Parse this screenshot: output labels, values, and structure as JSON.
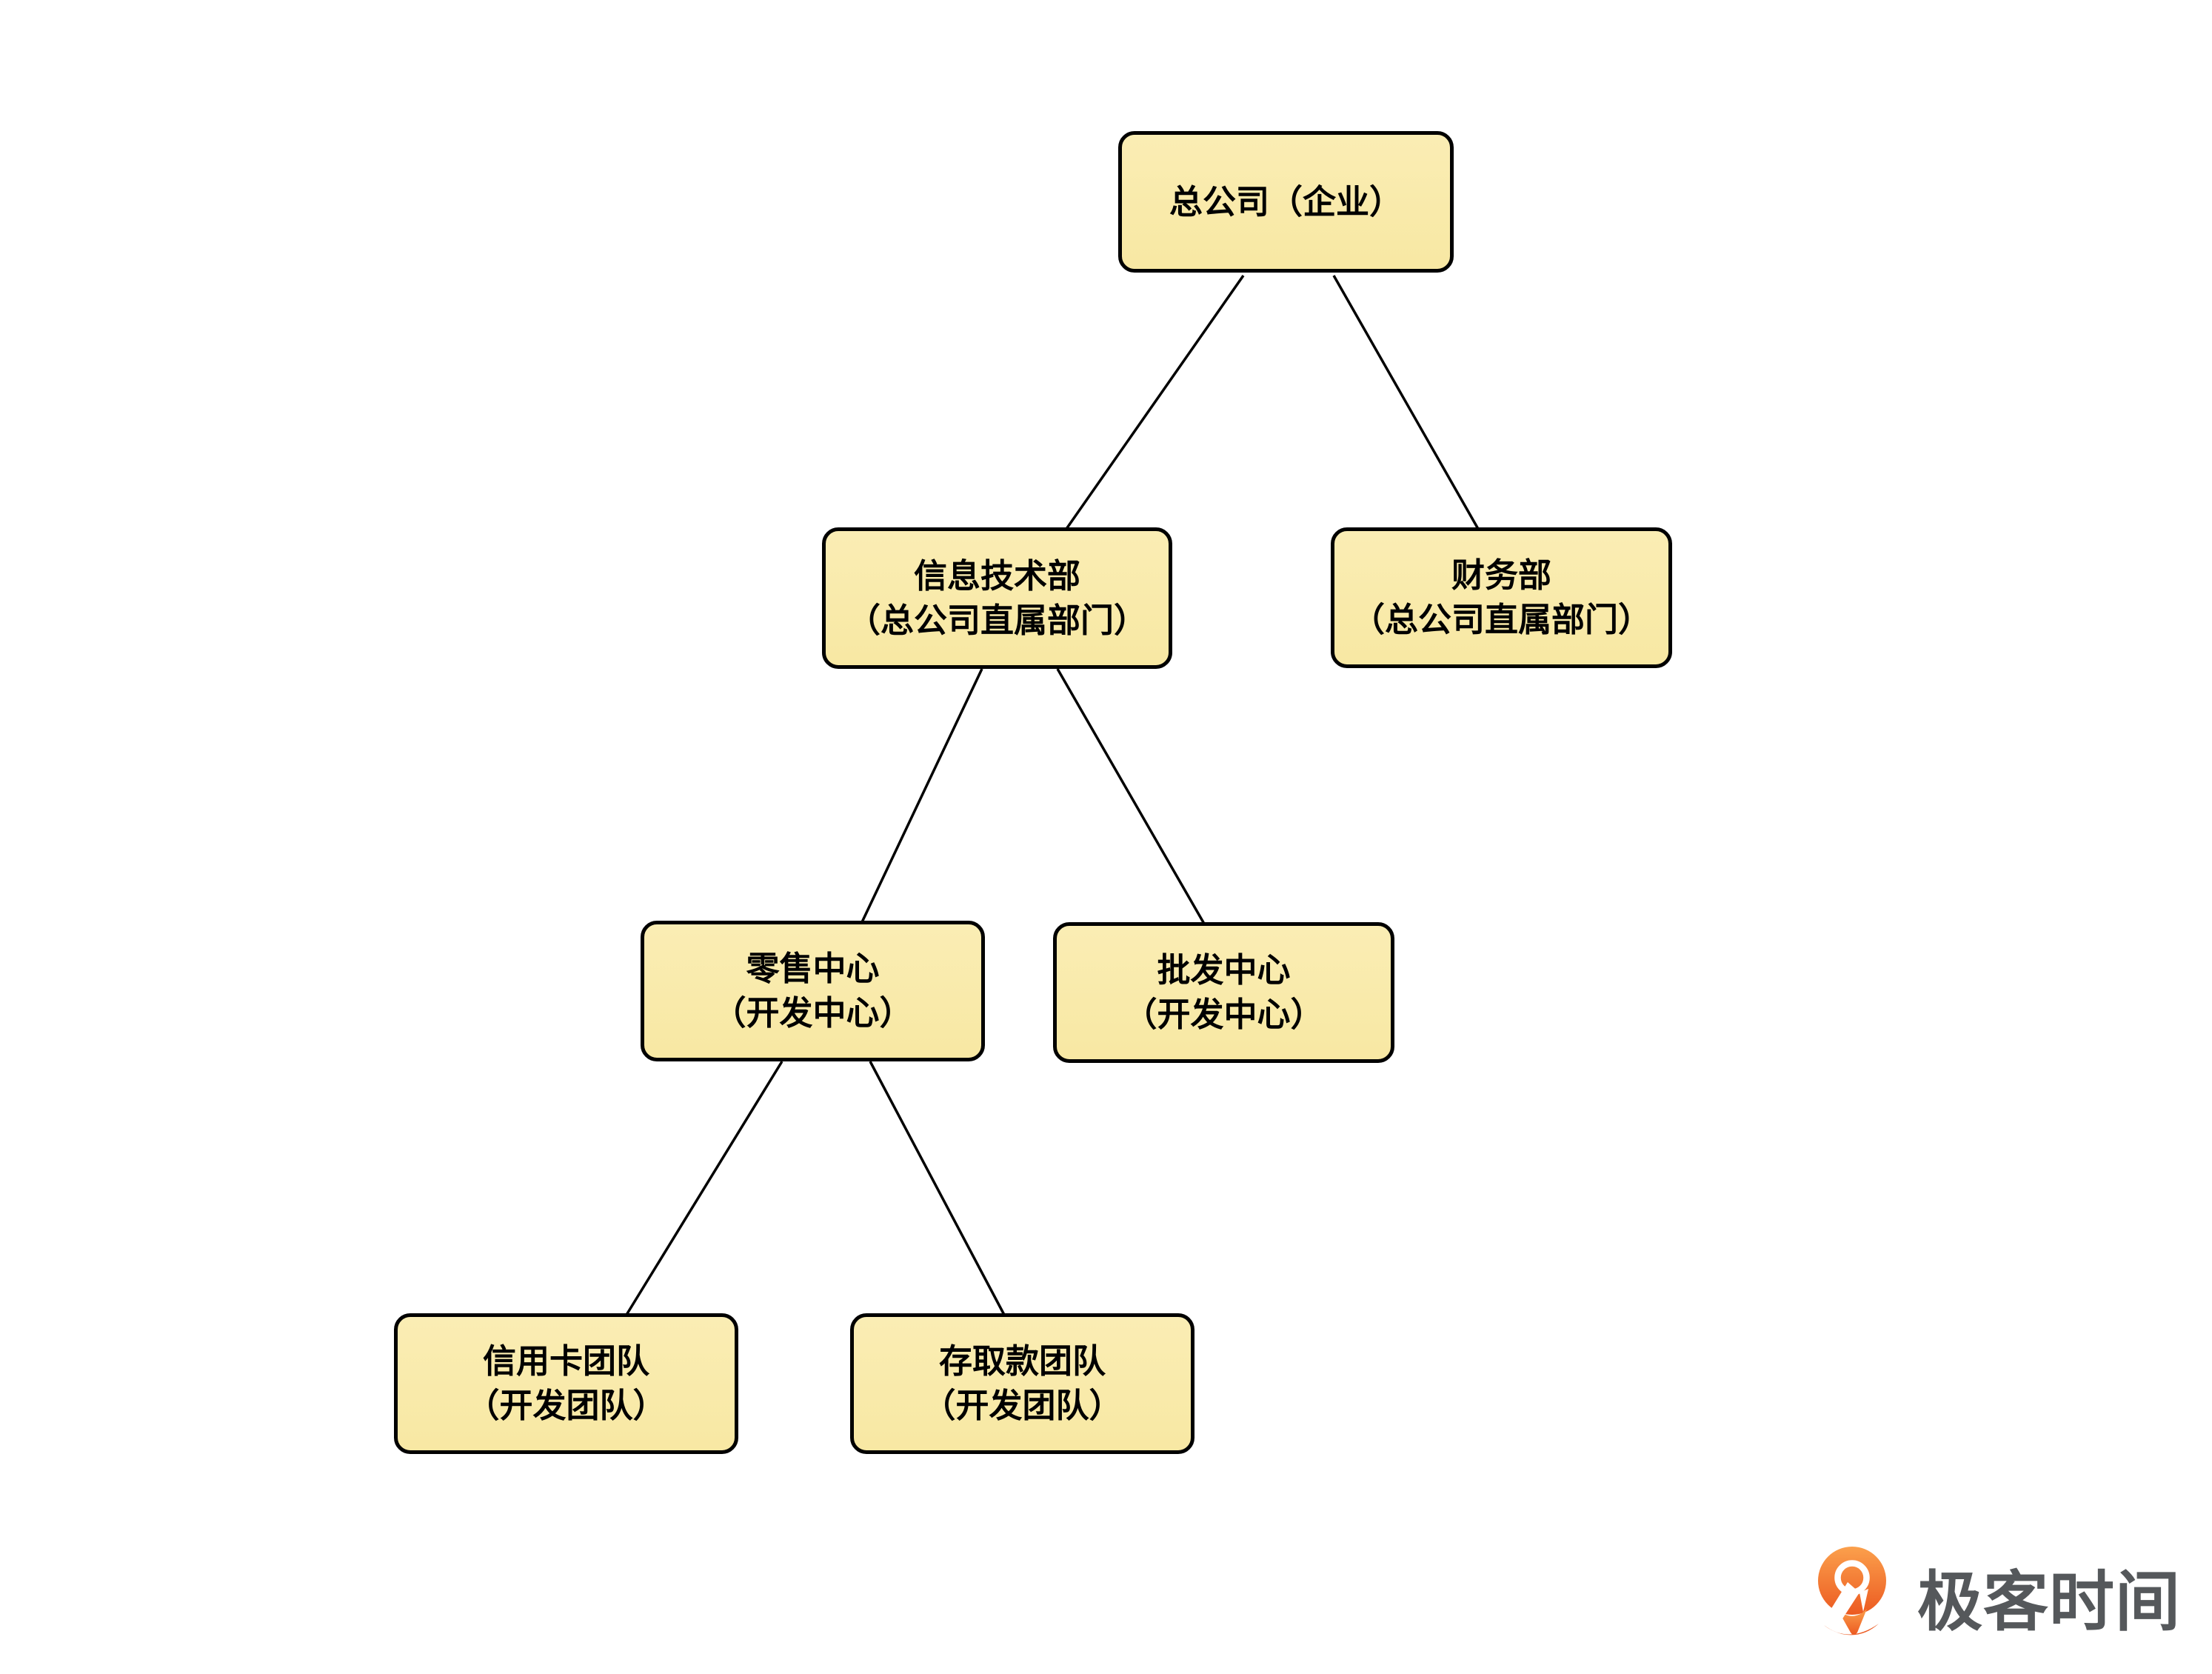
{
  "diagram": {
    "nodes": [
      {
        "id": "head-office",
        "title": "总公司（企业）",
        "subtitle": ""
      },
      {
        "id": "it-dept",
        "title": "信息技术部",
        "subtitle": "（总公司直属部门）"
      },
      {
        "id": "finance-dept",
        "title": "财务部",
        "subtitle": "（总公司直属部门）"
      },
      {
        "id": "retail-center",
        "title": "零售中心",
        "subtitle": "（开发中心）"
      },
      {
        "id": "wholesale-center",
        "title": "批发中心",
        "subtitle": "（开发中心）"
      },
      {
        "id": "credit-card-team",
        "title": "信用卡团队",
        "subtitle": "（开发团队）"
      },
      {
        "id": "deposit-team",
        "title": "存取款团队",
        "subtitle": "（开发团队）"
      }
    ],
    "edges": [
      {
        "from": "head-office",
        "to": "it-dept"
      },
      {
        "from": "head-office",
        "to": "finance-dept"
      },
      {
        "from": "it-dept",
        "to": "retail-center"
      },
      {
        "from": "it-dept",
        "to": "wholesale-center"
      },
      {
        "from": "retail-center",
        "to": "credit-card-team"
      },
      {
        "from": "retail-center",
        "to": "deposit-team"
      }
    ]
  },
  "logo": {
    "brand": "极客时间"
  },
  "colors": {
    "background": "#FFFFFF",
    "node_fill": "#F9EAA9",
    "node_border": "#000000",
    "node_text": "#000000",
    "connector": "#000000",
    "logo_orange_light": "#FBA04C",
    "logo_orange_dark": "#EC5A21",
    "logo_text_color": "#55585B"
  }
}
